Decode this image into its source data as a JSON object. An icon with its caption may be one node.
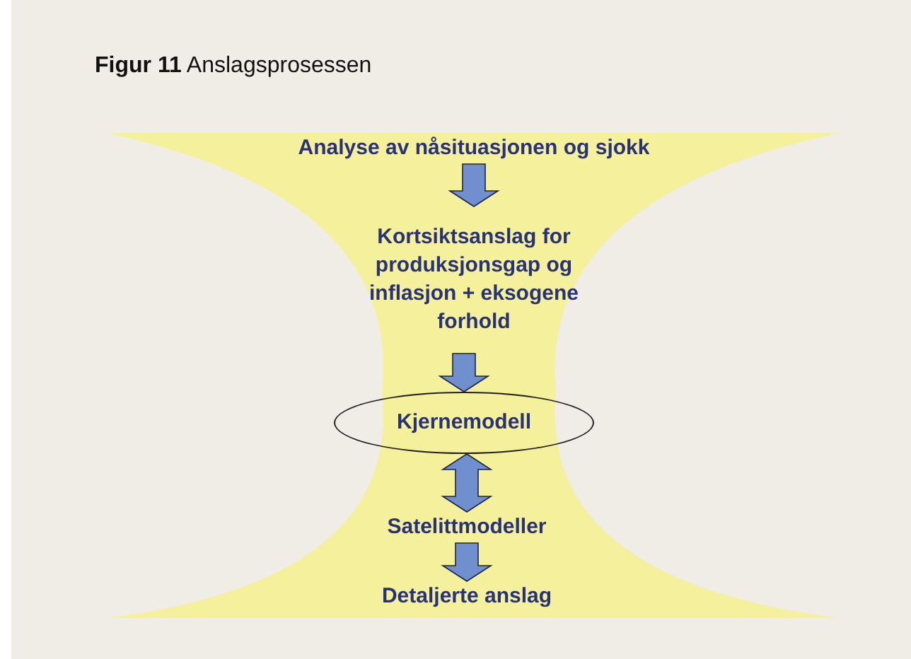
{
  "diagram": {
    "title": "**Figur 11** Anslagsprosessen",
    "nodes": [
      {
        "text": [
          "Analyse av nåsituasjonen og sjokk"
        ]
      },
      {
        "text": [
          "Kortsiktsanslag for produksjonsgap og inflasjon + eksogene forhold"
        ]
      },
      {
        "text": [
          "Kjernemodell"
        ]
      },
      {
        "text": [
          "Satelittmodeller"
        ]
      },
      {
        "text": [
          "Detaljerte anslag"
        ]
      }
    ],
    "edges": [
      {
        "from": 0,
        "to": 1,
        "arrow": "to"
      },
      {
        "from": 1,
        "to": 2,
        "arrow": "to"
      },
      {
        "from": 2,
        "to": 3,
        "arrow": "both"
      },
      {
        "from": 3,
        "to": 4,
        "arrow": "to"
      }
    ]
  }
}
